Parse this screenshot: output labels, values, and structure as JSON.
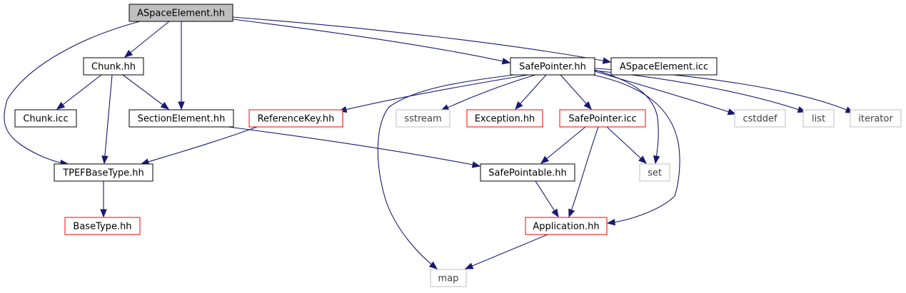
{
  "graph": {
    "colors": {
      "edge": "#191970",
      "border_normal": "#000000",
      "border_red": "#ff0000",
      "border_gray": "#bfbfbf",
      "root_fill": "#bfbfbf"
    },
    "nodes": [
      {
        "id": "aspace_hh",
        "label": "ASpaceElement.hh",
        "style": "root"
      },
      {
        "id": "chunk_hh",
        "label": "Chunk.hh",
        "style": "normal"
      },
      {
        "id": "safepointer_hh",
        "label": "SafePointer.hh",
        "style": "normal"
      },
      {
        "id": "aspace_icc",
        "label": "ASpaceElement.icc",
        "style": "normal"
      },
      {
        "id": "chunk_icc",
        "label": "Chunk.icc",
        "style": "normal"
      },
      {
        "id": "sectionelement_hh",
        "label": "SectionElement.hh",
        "style": "normal"
      },
      {
        "id": "referencekey_hh",
        "label": "ReferenceKey.hh",
        "style": "red"
      },
      {
        "id": "sstream",
        "label": "sstream",
        "style": "gray"
      },
      {
        "id": "exception_hh",
        "label": "Exception.hh",
        "style": "red"
      },
      {
        "id": "safepointer_icc",
        "label": "SafePointer.icc",
        "style": "red"
      },
      {
        "id": "cstddef",
        "label": "cstddef",
        "style": "gray"
      },
      {
        "id": "list",
        "label": "list",
        "style": "gray"
      },
      {
        "id": "iterator",
        "label": "iterator",
        "style": "gray"
      },
      {
        "id": "tpefbasetype_hh",
        "label": "TPEFBaseType.hh",
        "style": "normal"
      },
      {
        "id": "safepointable_hh",
        "label": "SafePointable.hh",
        "style": "normal"
      },
      {
        "id": "set",
        "label": "set",
        "style": "gray"
      },
      {
        "id": "basetype_hh",
        "label": "BaseType.hh",
        "style": "red"
      },
      {
        "id": "application_hh",
        "label": "Application.hh",
        "style": "red"
      },
      {
        "id": "map",
        "label": "map",
        "style": "gray"
      }
    ],
    "edges": [
      {
        "from": "aspace_hh",
        "to": "chunk_hh"
      },
      {
        "from": "aspace_hh",
        "to": "sectionelement_hh"
      },
      {
        "from": "aspace_hh",
        "to": "tpefbasetype_hh"
      },
      {
        "from": "aspace_hh",
        "to": "safepointer_hh"
      },
      {
        "from": "aspace_hh",
        "to": "aspace_icc"
      },
      {
        "from": "chunk_hh",
        "to": "chunk_icc"
      },
      {
        "from": "chunk_hh",
        "to": "sectionelement_hh"
      },
      {
        "from": "chunk_hh",
        "to": "tpefbasetype_hh"
      },
      {
        "from": "sectionelement_hh",
        "to": "safepointable_hh"
      },
      {
        "from": "tpefbasetype_hh",
        "to": "basetype_hh"
      },
      {
        "from": "safepointer_hh",
        "to": "referencekey_hh"
      },
      {
        "from": "safepointer_hh",
        "to": "sstream"
      },
      {
        "from": "safepointer_hh",
        "to": "exception_hh"
      },
      {
        "from": "safepointer_hh",
        "to": "safepointer_icc"
      },
      {
        "from": "safepointer_hh",
        "to": "set"
      },
      {
        "from": "safepointer_hh",
        "to": "cstddef"
      },
      {
        "from": "safepointer_hh",
        "to": "list"
      },
      {
        "from": "safepointer_hh",
        "to": "iterator"
      },
      {
        "from": "safepointer_hh",
        "to": "map"
      },
      {
        "from": "safepointer_hh",
        "to": "application_hh"
      },
      {
        "from": "referencekey_hh",
        "to": "tpefbasetype_hh"
      },
      {
        "from": "safepointer_icc",
        "to": "safepointable_hh"
      },
      {
        "from": "safepointer_icc",
        "to": "set"
      },
      {
        "from": "safepointer_icc",
        "to": "application_hh"
      },
      {
        "from": "safepointable_hh",
        "to": "application_hh"
      },
      {
        "from": "application_hh",
        "to": "map"
      }
    ]
  }
}
